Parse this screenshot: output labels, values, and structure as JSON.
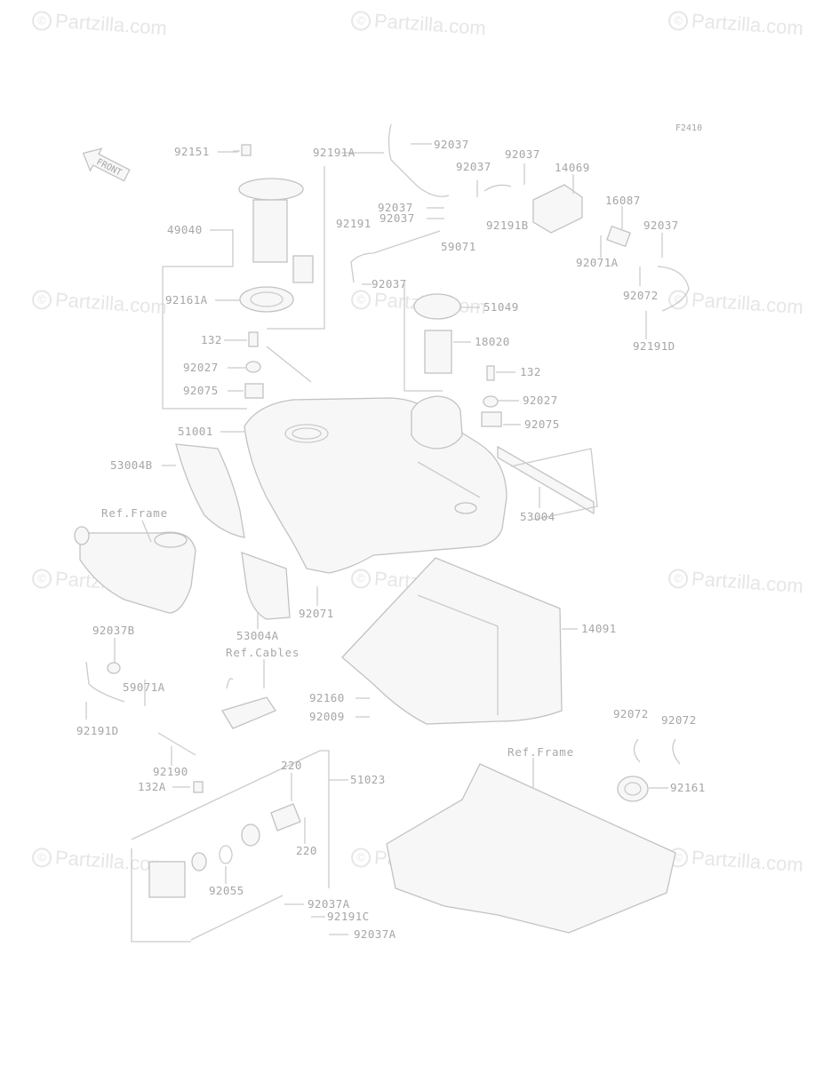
{
  "watermark": {
    "text": "Partzilla.com",
    "symbol": "©"
  },
  "figure_code": "F2410",
  "front_arrow_label": "FRONT",
  "labels": {
    "p92151": "92151",
    "p49040": "49040",
    "p92161A": "92161A",
    "p132a": "132",
    "p92027a": "92027",
    "p92075a": "92075",
    "p51001": "51001",
    "p53004B": "53004B",
    "refFrame1": "Ref.Frame",
    "p92037B": "92037B",
    "p59071A": "59071A",
    "p92191D_l": "92191D",
    "p92190": "92190",
    "p53004A": "53004A",
    "refCables": "Ref.Cables",
    "p92071": "92071",
    "p92191A": "92191A",
    "p92037a1": "92037",
    "p92037a2": "92037",
    "p92037a3": "92037",
    "p92037a4": "92037",
    "p92037a5": "92037",
    "p92037a6": "92037",
    "p92037a7": "92037",
    "p14069": "14069",
    "p16087": "16087",
    "p92191": "92191",
    "p59071": "59071",
    "p92191B": "92191B",
    "p92071A": "92071A",
    "p92072a": "92072",
    "p92191D_r": "92191D",
    "p51049": "51049",
    "p18020": "18020",
    "p132b": "132",
    "p92027b": "92027",
    "p92075b": "92075",
    "p53004": "53004",
    "p14091": "14091",
    "p92160": "92160",
    "p92009": "92009",
    "p92072b": "92072",
    "p92072c": "92072",
    "refFrame2": "Ref.Frame",
    "p92161": "92161",
    "p220a": "220",
    "p220b": "220",
    "p132A": "132A",
    "p51023": "51023",
    "p92055": "92055",
    "p92037A1": "92037A",
    "p92191C": "92191C",
    "p92037A2": "92037A"
  }
}
